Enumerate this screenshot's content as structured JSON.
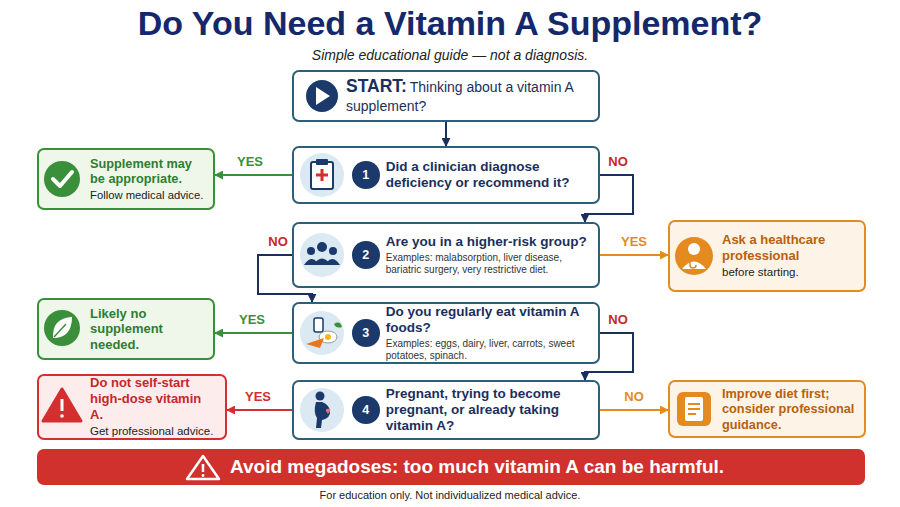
{
  "diagram": {
    "title": "Do You Need a Vitamin A Supplement?",
    "caption": "For education only. Not individualized medical advice.",
    "nodes": [
      {
        "text": [
          "START:",
          "Thinking about a vitamin A supplement?"
        ]
      },
      {
        "text": [
          "1",
          "Did a clinician diagnose deficiency or recommend it?"
        ]
      },
      {
        "text": [
          "Supplement may be appropriate.",
          "Follow medical advice."
        ]
      },
      {
        "text": [
          "2",
          "Are you in a higher-risk group?",
          "Examples: malabsorption, liver disease, bariatric surgery, very restrictive diet."
        ]
      },
      {
        "text": [
          "Ask a healthcare professional",
          "before starting."
        ]
      },
      {
        "text": [
          "3",
          "Do you regularly eat vitamin A foods?",
          "Examples: eggs, dairy, liver, carrots, sweet potatoes, spinach."
        ]
      },
      {
        "text": [
          "Likely no supplement needed."
        ]
      },
      {
        "text": [
          "4",
          "Pregnant, trying to become pregnant, or already taking vitamin A?"
        ]
      },
      {
        "text": [
          "Do not self-start high-dose vitamin A.",
          "Get professional advice."
        ]
      },
      {
        "text": [
          "Improve diet first; consider professional guidance."
        ]
      },
      {
        "text": [
          "Avoid megadoses: too much vitamin A can be harmful."
        ]
      }
    ],
    "edges": [
      {
        "from": 0,
        "to": 1,
        "arrow": "to"
      },
      {
        "from": 1,
        "to": 2,
        "label": "YES",
        "arrow": "to"
      },
      {
        "from": 1,
        "to": 3,
        "label": "NO",
        "arrow": "to"
      },
      {
        "from": 3,
        "to": 4,
        "label": "YES",
        "arrow": "to"
      },
      {
        "from": 3,
        "to": 5,
        "label": "NO",
        "arrow": "to"
      },
      {
        "from": 5,
        "to": 6,
        "label": "YES",
        "arrow": "to"
      },
      {
        "from": 5,
        "to": 7,
        "label": "NO",
        "arrow": "to"
      },
      {
        "from": 7,
        "to": 8,
        "label": "YES",
        "arrow": "to"
      },
      {
        "from": 7,
        "to": 9,
        "label": "NO",
        "arrow": "to"
      }
    ],
    "labels": [
      "Simple educational guide — not a diagnosis."
    ]
  }
}
